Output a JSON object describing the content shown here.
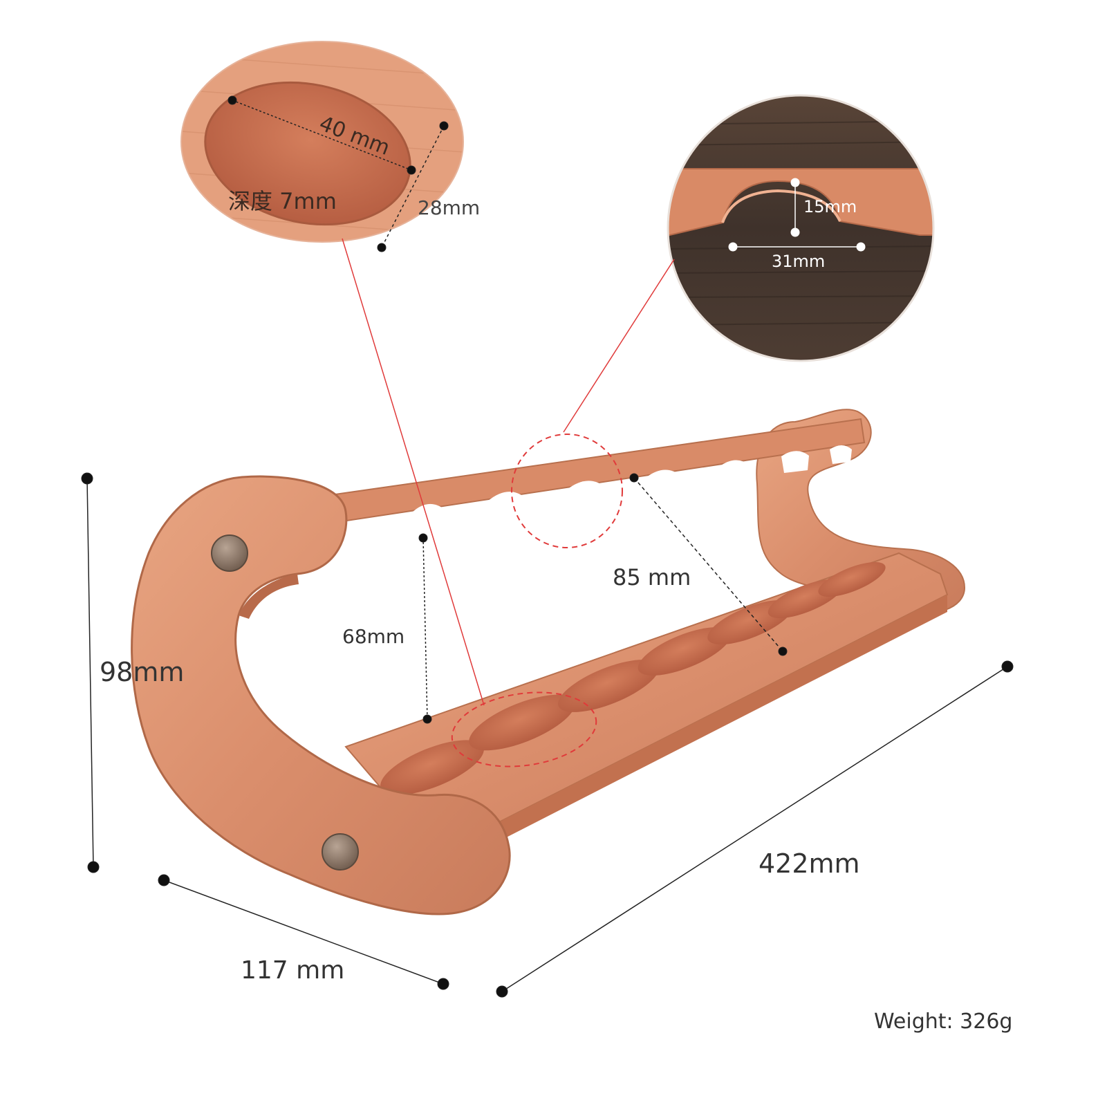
{
  "dimensions": {
    "detail_length": "40 mm",
    "detail_depth": "深度 7mm",
    "detail_width": "28mm",
    "notch_height": "15mm",
    "notch_width": "31mm",
    "rail_span": "85 mm",
    "rail_height": "68mm",
    "total_height": "98mm",
    "total_length": "422mm",
    "total_depth": "117 mm"
  },
  "weight": "Weight: 326g",
  "colors": {
    "wood_light": "#E29A78",
    "wood_mid": "#D08060",
    "wood_dark": "#B0654A",
    "slot": "#C2694A",
    "dark_wood_bg": "#4A3A30",
    "red_marker": "#E03A3A",
    "measure_line": "#222222",
    "label": "#333333"
  }
}
